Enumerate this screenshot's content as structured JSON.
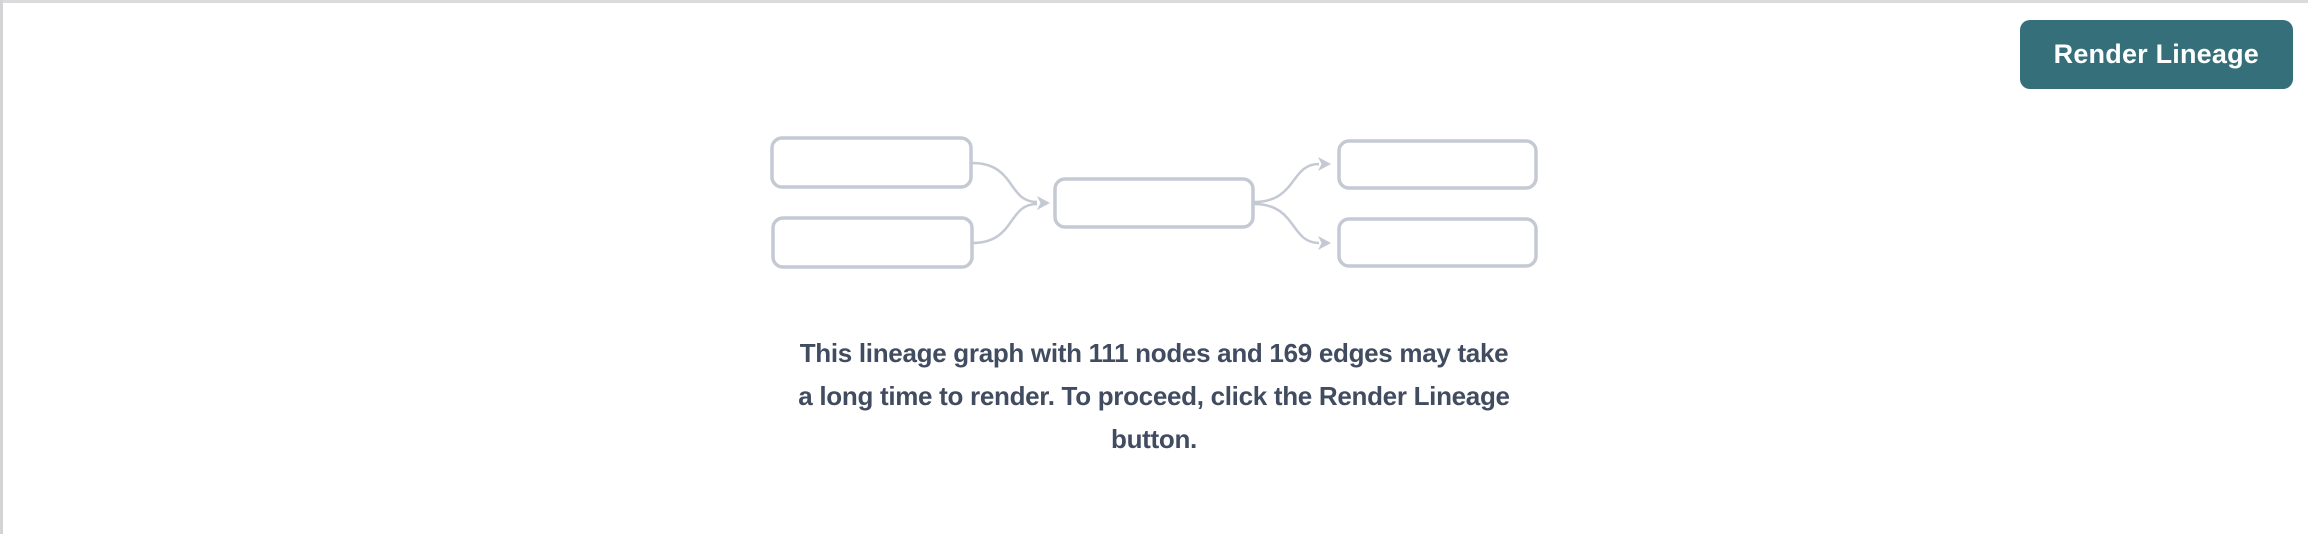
{
  "toolbar": {
    "render_button_label": "Render Lineage"
  },
  "message": {
    "full_text": "This lineage graph with 111 nodes and 169 edges may take a long time to render. To proceed, click the Render Lineage button.",
    "lines": [
      "This lineage graph with 111 nodes and 169 edges may take",
      "a long time to render. To proceed, click the Render Lineage",
      "button."
    ],
    "node_count": "111",
    "edge_count": "169"
  },
  "graphic": {
    "placeholder_nodes": 5,
    "placeholder_edges": 4
  },
  "colors": {
    "button_bg": "#35707A",
    "button_text": "#FFFFFF",
    "graph_stroke": "#C4C9D3",
    "message_text": "#414C60",
    "panel_border": "#DBDBDE"
  }
}
